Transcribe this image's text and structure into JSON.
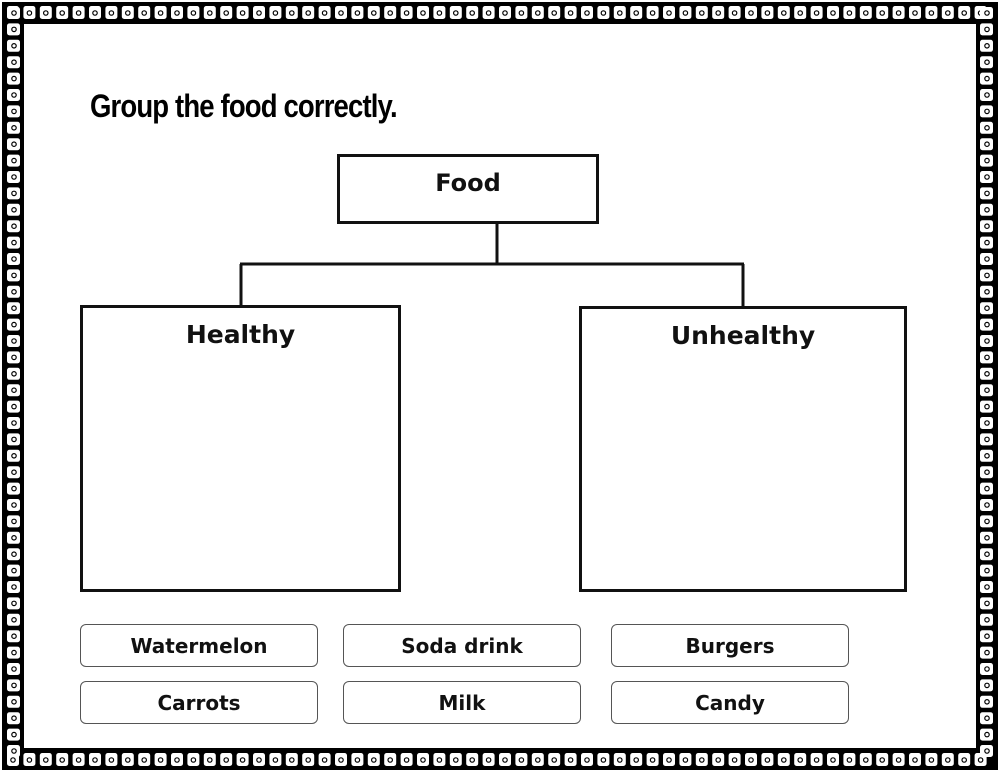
{
  "title": "Group the food correctly.",
  "categories": {
    "root": "Food",
    "left": "Healthy",
    "right": "Unhealthy"
  },
  "items": [
    "Watermelon",
    "Soda drink",
    "Burgers",
    "Carrots",
    "Milk",
    "Candy"
  ]
}
